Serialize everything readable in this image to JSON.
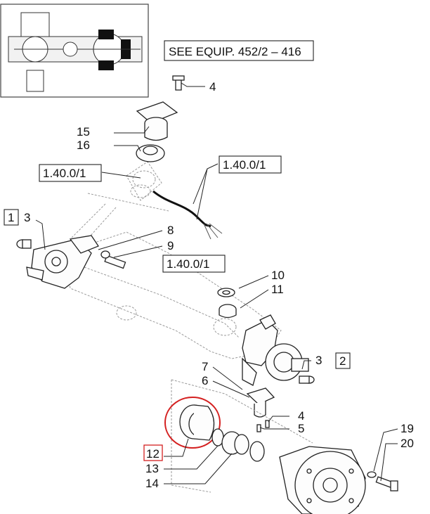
{
  "reference_text": "SEE EQUIP. 452/2 – 416",
  "callouts": {
    "c4_top": "4",
    "c15": "15",
    "c16": "16",
    "c3_left": "3",
    "c8": "8",
    "c9": "9",
    "c10": "10",
    "c11": "11",
    "c7": "7",
    "c6": "6",
    "c4_bottom": "4",
    "c5": "5",
    "c3_right": "3",
    "c19": "19",
    "c20": "20",
    "c12": "12",
    "c13": "13",
    "c14": "14"
  },
  "boxed_refs": {
    "ref_left": "1.40.0/1",
    "ref_right_top": "1.40.0/1",
    "ref_mid": "1.40.0/1",
    "box_1": "1",
    "box_2": "2"
  },
  "colors": {
    "highlight": "#d42020",
    "ink": "#222222"
  }
}
